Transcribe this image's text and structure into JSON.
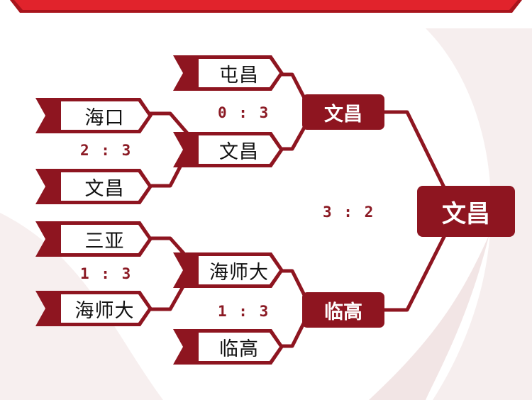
{
  "colors": {
    "primary": "#8e1520",
    "banner": "#e1232c",
    "banner_edge": "#a8141c",
    "score": "#8b1a24"
  },
  "round1": [
    {
      "id": "r1-haikou",
      "label": "海口"
    },
    {
      "id": "r1-wenchang",
      "label": "文昌"
    },
    {
      "id": "r1-sanya",
      "label": "三亚"
    },
    {
      "id": "r1-haishida",
      "label": "海师大"
    }
  ],
  "round2": [
    {
      "id": "r2-tunchang",
      "label": "屯昌"
    },
    {
      "id": "r2-wenchang",
      "label": "文昌"
    },
    {
      "id": "r2-haishida",
      "label": "海师大"
    },
    {
      "id": "r2-lingao",
      "label": "临高"
    }
  ],
  "scores": {
    "r1_top": "2 : 3",
    "r1_bottom": "1 : 3",
    "r2_top": "0 : 3",
    "r2_bottom": "1 : 3",
    "final": "3 : 2"
  },
  "semifinal_winners": {
    "top": "文昌",
    "bottom": "临高"
  },
  "champion": "文昌"
}
